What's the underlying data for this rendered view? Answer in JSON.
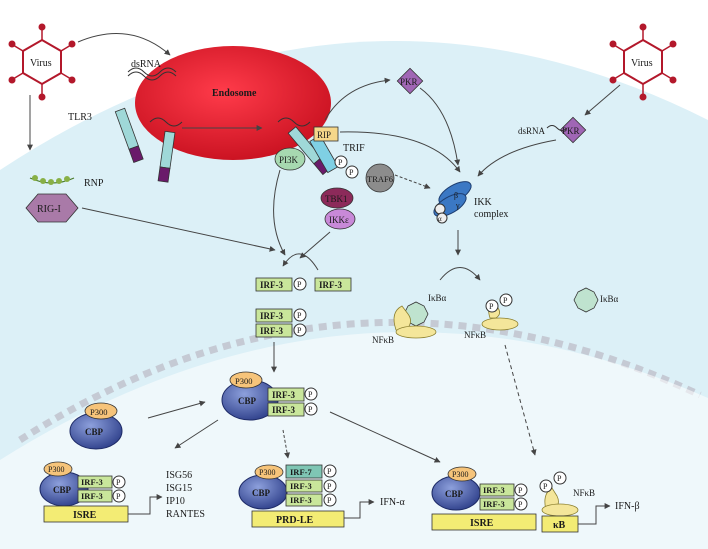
{
  "labels": {
    "virus_left": "Virus",
    "virus_right": "Virus",
    "endosome": "Endosome",
    "dsrna_endo": "dsRNA",
    "dsrna_right": "dsRNA",
    "tlr3": "TLR3",
    "rnp": "RNP",
    "rig1": "RIG-I",
    "pkr_top": "PKR",
    "pkr_right": "PKR",
    "rip": "RIP",
    "trif": "TRIF",
    "pi3k": "PI3K",
    "traf6": "TRAF6",
    "tbk1": "TBK1",
    "ikke": "IKKε",
    "ikk_complex_1": "IKK",
    "ikk_complex_2": "complex",
    "ikk_beta": "β",
    "ikk_alpha": "α",
    "ikk_gamma": "γ",
    "p": "P",
    "irf3": "IRF-3",
    "irf7": "IRF-7",
    "ikba_1": "IκBα",
    "ikba_2": "IκBα",
    "nfkb_1": "NFκB",
    "nfkb_2": "NFκB",
    "nfkb_3": "NFκB",
    "p300": "P300",
    "cbp": "CBP",
    "isre_1": "ISRE",
    "isre_2": "ISRE",
    "prd_le": "PRD-LE",
    "kb": "κB",
    "ifn_a": "IFN-α",
    "ifn_b": "IFN-β",
    "genes": [
      "ISG56",
      "ISG15",
      "IP10",
      "RANTES"
    ]
  },
  "colors": {
    "cytoplasm": "#d9eef6",
    "endosome": "#e0192c",
    "nucleus_border": "#c8cdd6",
    "irf3": "#c9e69b",
    "irf7": "#7fc6b4",
    "cbp": "#4a5ea8",
    "p300": "#f6c47a",
    "promoter": "#f3ec74",
    "pkr": "#a066b5",
    "virus": "#b3182b",
    "tlr3": "#9fd8d8",
    "tlr3_dark": "#6a1a6a",
    "tbk1": "#8c2a5a",
    "ikke": "#c889d8",
    "traf6": "#8c8c8c",
    "nfkb": "#f4e69a",
    "ikb": "#bfe3cf"
  }
}
